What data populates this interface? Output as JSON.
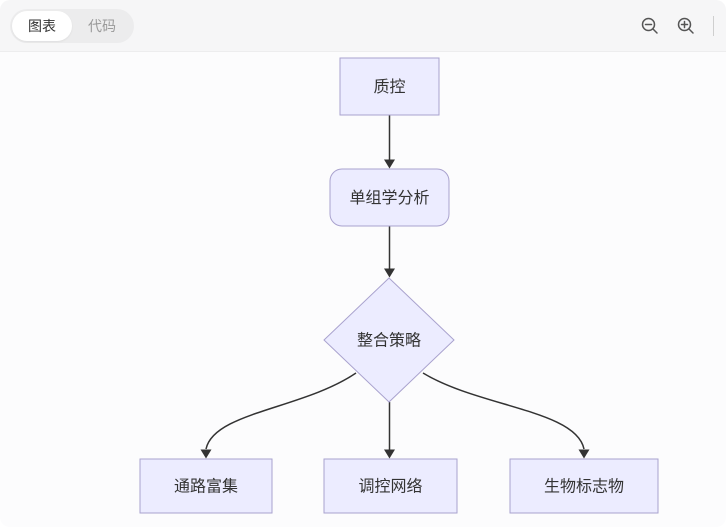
{
  "header": {
    "tabs": [
      {
        "label": "图表",
        "active": true
      },
      {
        "label": "代码",
        "active": false
      }
    ],
    "icons": [
      {
        "name": "zoom-out-icon"
      },
      {
        "name": "zoom-in-icon"
      }
    ]
  },
  "diagram": {
    "type": "flowchart-top-down",
    "nodes": [
      {
        "id": "A",
        "label": "质控",
        "shape": "rect"
      },
      {
        "id": "B",
        "label": "单组学分析",
        "shape": "rounded"
      },
      {
        "id": "C",
        "label": "整合策略",
        "shape": "diamond"
      },
      {
        "id": "D",
        "label": "通路富集",
        "shape": "rect"
      },
      {
        "id": "E",
        "label": "调控网络",
        "shape": "rect"
      },
      {
        "id": "F",
        "label": "生物标志物",
        "shape": "rect"
      }
    ],
    "edges": [
      {
        "from": "质控",
        "to": "单组学分析"
      },
      {
        "from": "单组学分析",
        "to": "整合策略"
      },
      {
        "from": "整合策略",
        "to": "通路富集"
      },
      {
        "from": "整合策略",
        "to": "调控网络"
      },
      {
        "from": "整合策略",
        "to": "生物标志物"
      }
    ],
    "colors": {
      "node_fill": "#ECECFF",
      "node_stroke": "#A9A2CE",
      "edge": "#333333",
      "node_text": "#333333",
      "header_bg": "#F6F6F7",
      "tab_container_bg": "#ECECED",
      "tab_active_bg": "#FFFFFF",
      "tab_active_text": "#333333",
      "tab_inactive_text": "#9A9A9A",
      "canvas_bg": "#FCFCFD"
    }
  }
}
